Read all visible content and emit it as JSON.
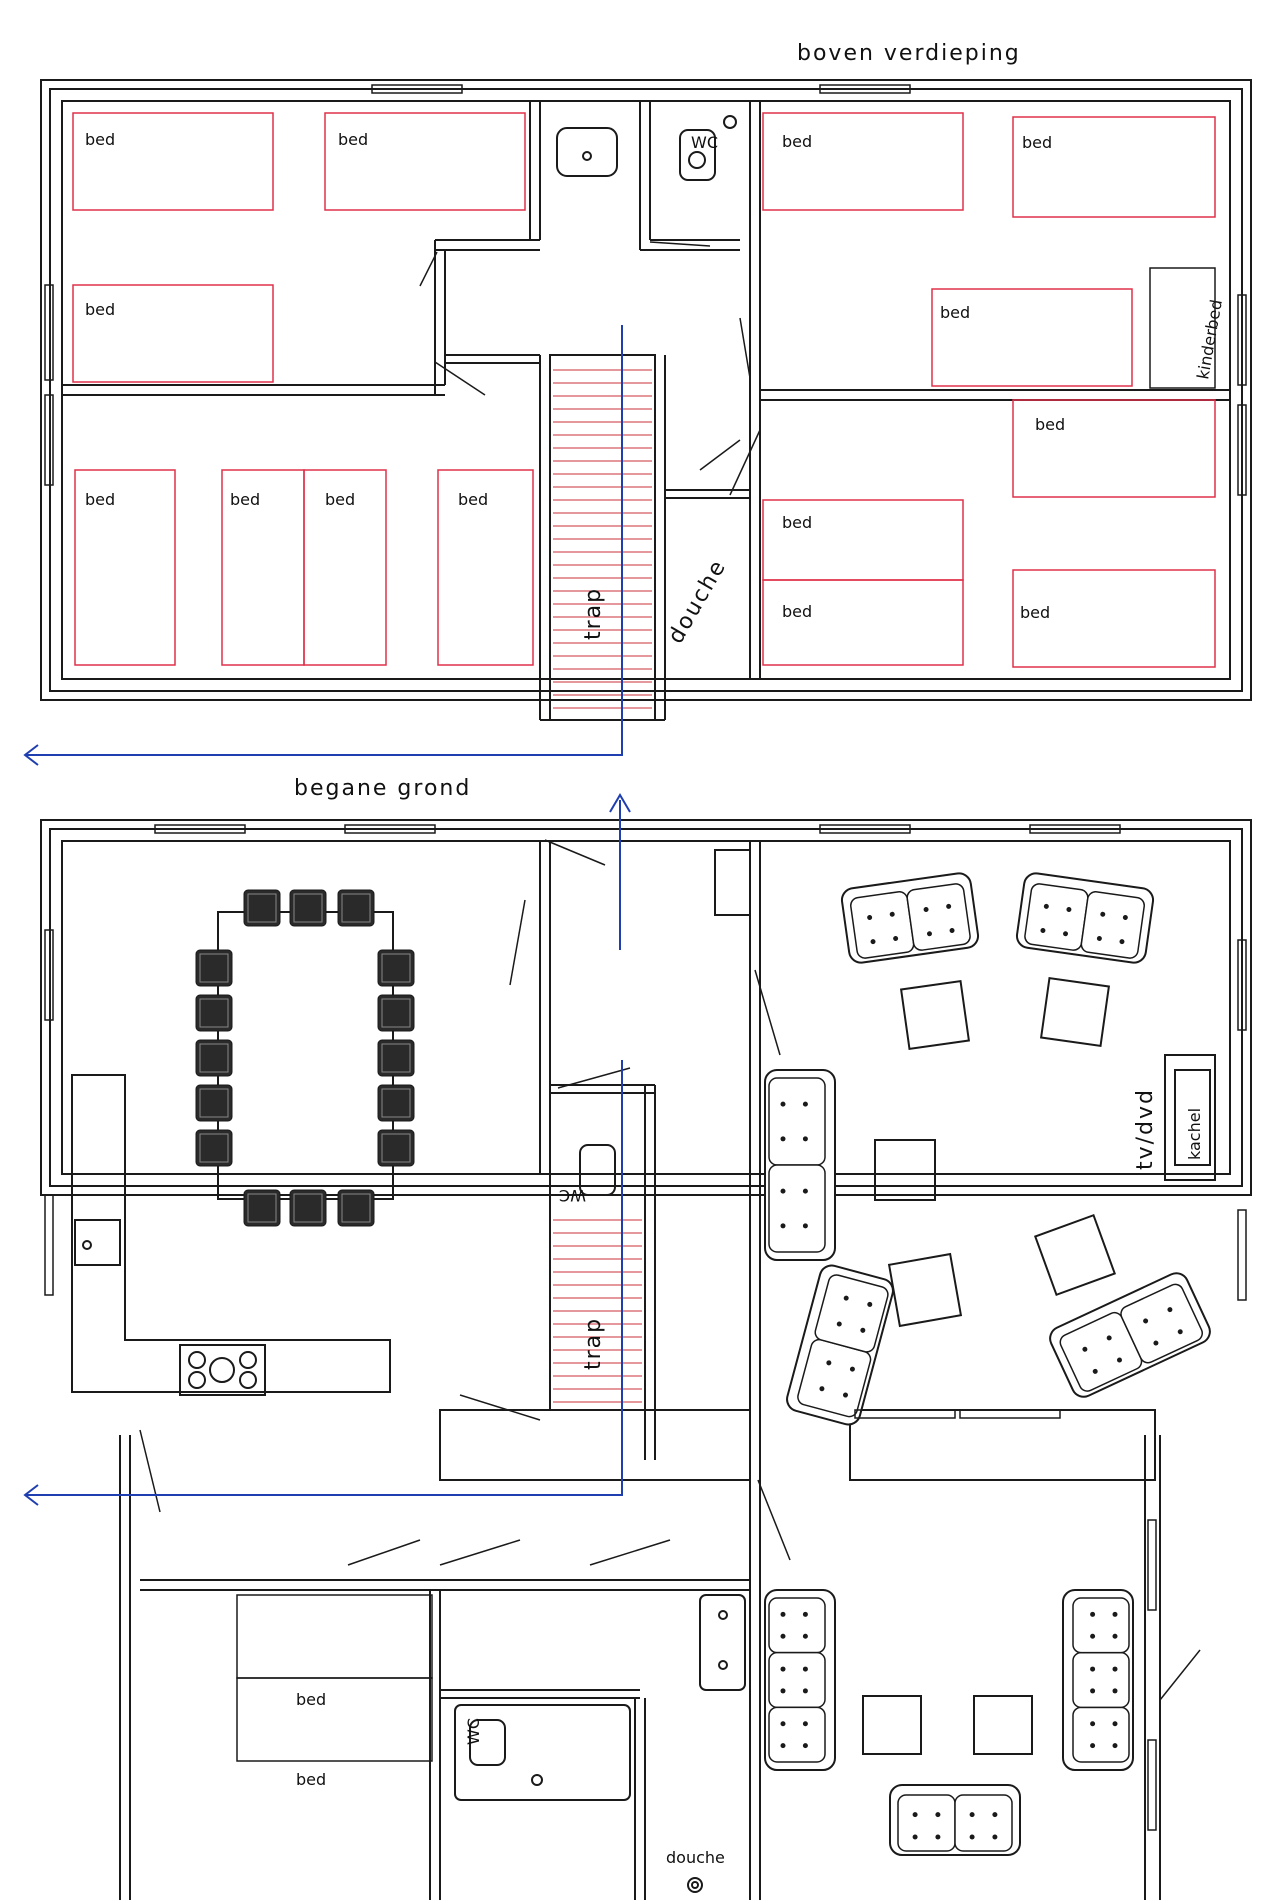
{
  "diagram": {
    "floor_upper": {
      "title": "boven verdieping",
      "stairs": "trap",
      "shower": "douche",
      "wc": "WC",
      "crib": "kinderbed"
    },
    "floor_ground": {
      "title": "begane grond",
      "stairs": "trap",
      "wc": "WC",
      "tv": "tv/dvd",
      "stove": "kachel",
      "shower": "douche"
    },
    "bed_label": "bed",
    "colors": {
      "wall": "#1a1a1a",
      "bed": "#e0304a",
      "route": "#1f3fb0",
      "accent": "#2e8b3a"
    }
  }
}
